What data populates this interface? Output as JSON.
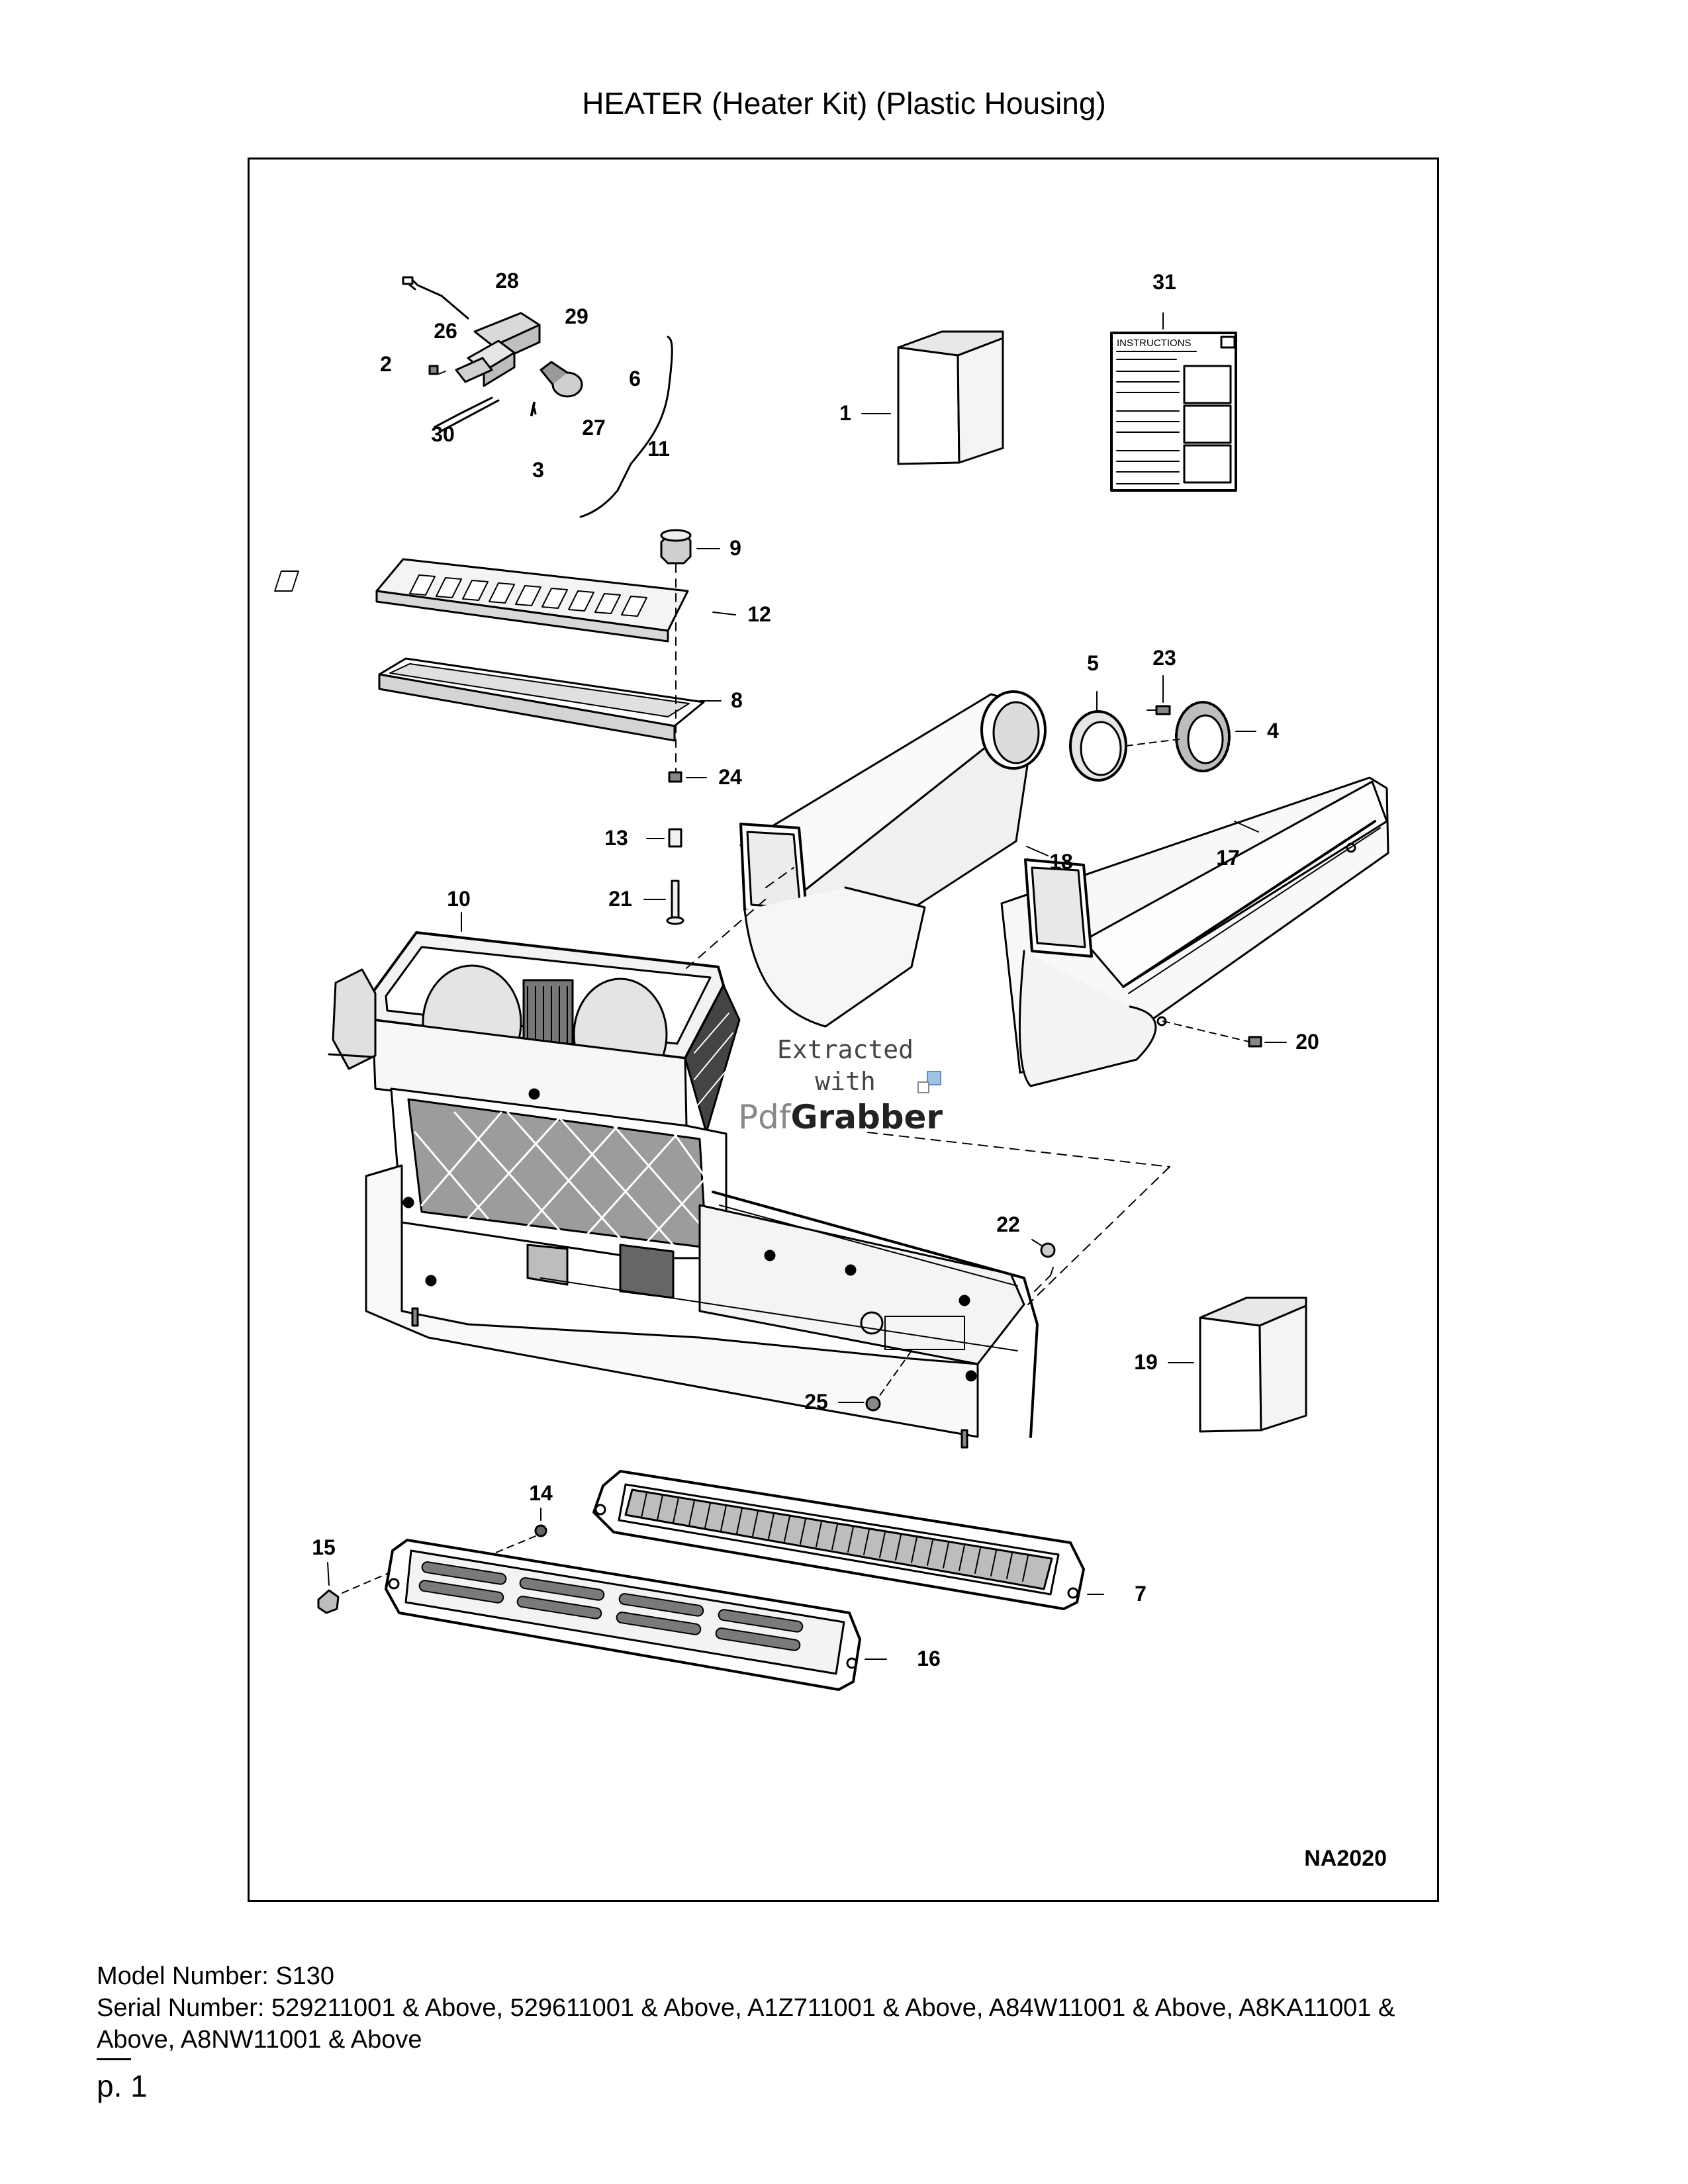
{
  "page": {
    "title": "HEATER (Heater Kit) (Plastic Housing)",
    "page_number": "p. 1"
  },
  "diagram": {
    "figure_code": "NA2020",
    "instructions_label": "INSTRUCTIONS",
    "watermark": {
      "line1": "Extracted",
      "line2": "with",
      "line3a": "Pdf",
      "line3b": "Grabber"
    },
    "callouts": {
      "c1": "1",
      "c2": "2",
      "c3": "3",
      "c4": "4",
      "c5": "5",
      "c6": "6",
      "c7": "7",
      "c8": "8",
      "c9": "9",
      "c10": "10",
      "c11": "11",
      "c12": "12",
      "c13": "13",
      "c14": "14",
      "c15": "15",
      "c16": "16",
      "c17": "17",
      "c18": "18",
      "c19": "19",
      "c20": "20",
      "c21": "21",
      "c22": "22",
      "c23": "23",
      "c24": "24",
      "c25": "25",
      "c26": "26",
      "c27": "27",
      "c28": "28",
      "c29": "29",
      "c30": "30",
      "c31": "31"
    }
  },
  "footer": {
    "model_line": "Model Number: S130",
    "serial_line1": "Serial Number: 529211001 & Above, 529611001 & Above, A1Z711001 & Above, A84W11001 & Above, A8KA11001 &",
    "serial_line2": "Above, A8NW11001 & Above"
  }
}
